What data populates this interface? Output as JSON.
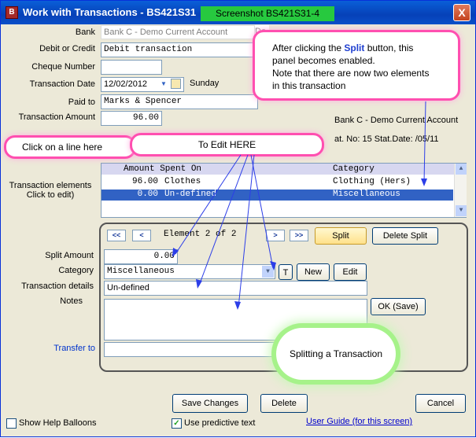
{
  "window": {
    "title": "Work with Transactions - BS421S31",
    "screenshot_label": "Screenshot BS421S31-4",
    "close_glyph": "X",
    "icon_glyph": "B"
  },
  "labels": {
    "bank": "Bank",
    "debit_credit": "Debit or Credit",
    "cheque_number": "Cheque Number",
    "transaction_date": "Transaction Date",
    "paid_to": "Paid to",
    "transaction_amount": "Transaction Amount",
    "transaction_elements": "Transaction elements",
    "click_to_edit": "Click to edit)",
    "split_amount": "Split Amount",
    "category": "Category",
    "transaction_details": "Transaction details",
    "notes": "Notes",
    "transfer_to": "Transfer to"
  },
  "fields": {
    "bank": "Bank C - Demo Current Account",
    "bank_tail": "De",
    "debit_credit": "Debit transaction",
    "cheque_number": "",
    "transaction_date": "12/02/2012",
    "weekday": "Sunday",
    "paid_to": "Marks & Spencer",
    "transaction_amount": "96.00",
    "split_amount": "0.00",
    "category": "Miscellaneous",
    "transaction_details": "Un-defined",
    "notes": "",
    "transfer_to": ""
  },
  "side_info": {
    "bank_name": "Bank C - Demo Current Account",
    "statement": "at. No: 15  Stat.Date:   /05/11"
  },
  "list": {
    "headers": {
      "amount_spent_on": "Amount Spent On",
      "category": "Category"
    },
    "rows": [
      {
        "amount": "96.00",
        "spent_on": "Clothes",
        "category": "Clothing (Hers)"
      },
      {
        "amount": "0.00",
        "spent_on": "Un-defined",
        "category": "Miscellaneous"
      }
    ]
  },
  "element_nav": {
    "first": "<<",
    "prev": "<",
    "label": "Element 2 of 2",
    "next": ">",
    "last": ">>"
  },
  "buttons": {
    "split": "Split",
    "delete_split": "Delete Split",
    "t": "T",
    "new": "New",
    "edit": "Edit",
    "ok_save": "OK (Save)",
    "save_changes": "Save Changes",
    "delete": "Delete",
    "cancel": "Cancel"
  },
  "callouts": {
    "split_info_line1_prefix": "After clicking the ",
    "split_info_word": "Split",
    "split_info_line1_suffix": " button, this",
    "split_info_line2": "panel becomes enabled.",
    "split_info_line3": "Note that there are now two elements",
    "split_info_line4": "in this transaction",
    "click_line": "Click on a line here",
    "edit_here": "To Edit HERE",
    "cloud": "Splitting a Transaction"
  },
  "footer": {
    "show_help": "Show Help Balloons",
    "predictive": "Use predictive text",
    "user_guide": "User Guide (for this screen)"
  },
  "colors": {
    "accent_green": "#27c93f",
    "callout_pink": "#ff4fb0",
    "cloud_green": "#a6f28a",
    "selection": "#3162c4"
  }
}
